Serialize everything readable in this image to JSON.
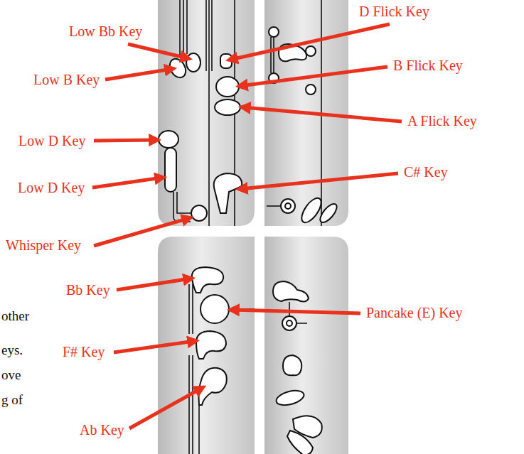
{
  "diagram": {
    "labels": [
      "D Flick Key",
      "Low Bb Key",
      "Low B Key",
      "B Flick Key",
      "Low D Key",
      "A Flick Key",
      "Low D Key",
      "C# Key",
      "Whisper Key",
      "Bb Key",
      "Pancake (E) Key",
      "F# Key",
      "Ab Key",
      "other",
      "eys.",
      "ove",
      "g of"
    ]
  }
}
